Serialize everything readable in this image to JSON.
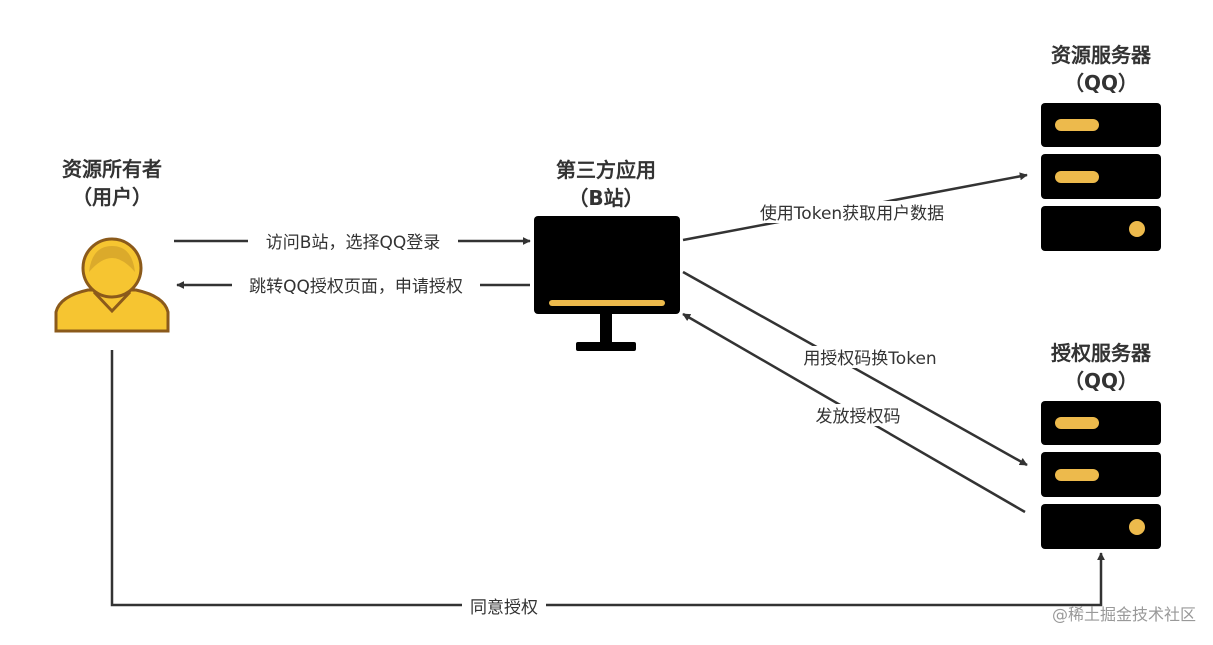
{
  "nodes": {
    "owner": {
      "title": "资源所有者",
      "subtitle": "（用户）"
    },
    "client": {
      "title": "第三方应用",
      "subtitle": "（B站）"
    },
    "resource_server": {
      "title": "资源服务器",
      "subtitle": "（QQ）"
    },
    "auth_server": {
      "title": "授权服务器",
      "subtitle": "（QQ）"
    }
  },
  "edges": {
    "visit": "访问B站，选择QQ登录",
    "redirect": "跳转QQ授权页面，申请授权",
    "token_fetch": "使用Token获取用户数据",
    "code_exchange": "用授权码换Token",
    "code_issue": "发放授权码",
    "agree": "同意授权"
  },
  "watermark": "@稀土掘金技术社区",
  "colors": {
    "accent": "#EDBA4C",
    "dark": "#000000",
    "line": "#333333",
    "user_outline": "#8B5A1B",
    "user_fill": "#F6C531"
  }
}
